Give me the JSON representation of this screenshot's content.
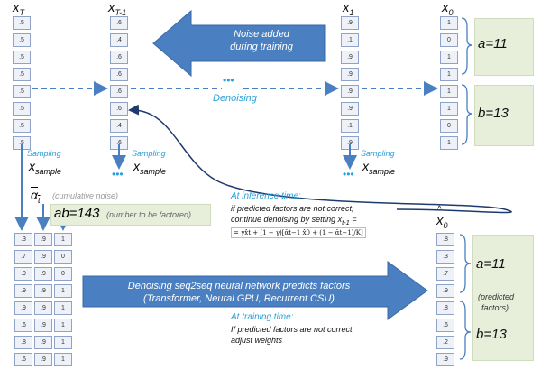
{
  "headers": {
    "xT": "x",
    "xT_sub": "T",
    "xT1": "x",
    "xT1_sub": "T-1",
    "x1": "x",
    "x1_sub": "1",
    "x0": "x",
    "x0_sub": "0",
    "x0hat": "x",
    "x0hat_sub": "0"
  },
  "columns": {
    "xT": [
      ".5",
      ".5",
      ".5",
      ".5",
      ".5",
      ".5",
      ".5",
      ".5"
    ],
    "xT1": [
      ".6",
      ".4",
      ".6",
      ".6",
      ".6",
      ".6",
      ".4",
      ".6"
    ],
    "x1": [
      ".9",
      ".1",
      ".9",
      ".9",
      ".9",
      ".9",
      ".1",
      ".9"
    ],
    "x0": [
      "1",
      "0",
      "1",
      "1",
      "1",
      "1",
      "0",
      "1"
    ],
    "left_a": [
      ".3",
      ".7",
      ".9",
      ".9",
      ".9",
      ".6",
      ".8",
      ".6"
    ],
    "left_b": [
      ".9",
      ".9",
      ".9",
      ".9",
      ".9",
      ".9",
      ".9",
      ".9"
    ],
    "left_c": [
      "1",
      "0",
      "0",
      "1",
      "1",
      "1",
      "1",
      "1"
    ],
    "pred": [
      ".8",
      ".3",
      ".7",
      ".9",
      ".8",
      ".6",
      ".2",
      ".9"
    ]
  },
  "top_arrow": {
    "line1": "Noise added",
    "line2": "during training"
  },
  "denoising_label": "Denoising",
  "sampling": {
    "label": "Sampling",
    "var": "x",
    "var_sub": "sample"
  },
  "labels": {
    "a": "a=11",
    "b": "b=13",
    "pred_a": "a=11",
    "pred_b": "b=13",
    "predicted": "(predicted",
    "factors": "factors)"
  },
  "alpha": {
    "symbol": "α",
    "sub": "t",
    "note": "(cumulative noise)"
  },
  "ab": {
    "value": "ab=143",
    "note": "(number to be factored)"
  },
  "inference": {
    "title": "At inference time:",
    "line1": "if predicted factors are not correct,",
    "line2": "continue denoising by setting x",
    "line2_sub": "t-1",
    "line2_end": " =",
    "formula": "= γx̂t + (1 − γ)[ᾱt−1 x̂0 + (1 − ᾱt−1)/K]"
  },
  "big_arrow": {
    "line1": "Denoising seq2seq neural network predicts factors",
    "line2": "(Transformer, Neural GPU, Recurrent CSU)"
  },
  "training": {
    "title": "At training time:",
    "line1": "If predicted factors are not correct,",
    "line2": "adjust weights"
  },
  "dots": "•••",
  "colors": {
    "arrow": "#4a7fc1",
    "accent": "#2a9fd6",
    "cell_border": "#8fa3c8",
    "box": "#e7efdb"
  }
}
